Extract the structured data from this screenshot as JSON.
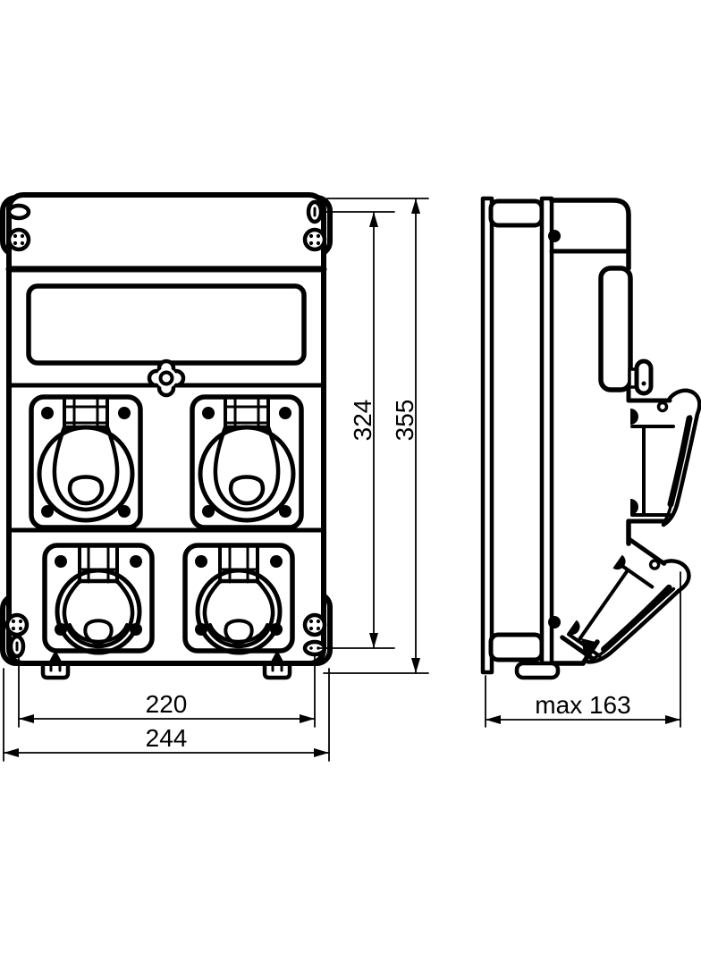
{
  "drawing": {
    "type": "technical-dimension-drawing",
    "subject": "wall-mounted socket combination distribution box, front and side view",
    "line_color": "#000000",
    "background": "#ffffff",
    "dimensions": {
      "height_overall": "355",
      "height_mounting_holes": "324",
      "width_mounting_holes": "220",
      "width_overall": "244",
      "depth_max": "max 163"
    }
  }
}
